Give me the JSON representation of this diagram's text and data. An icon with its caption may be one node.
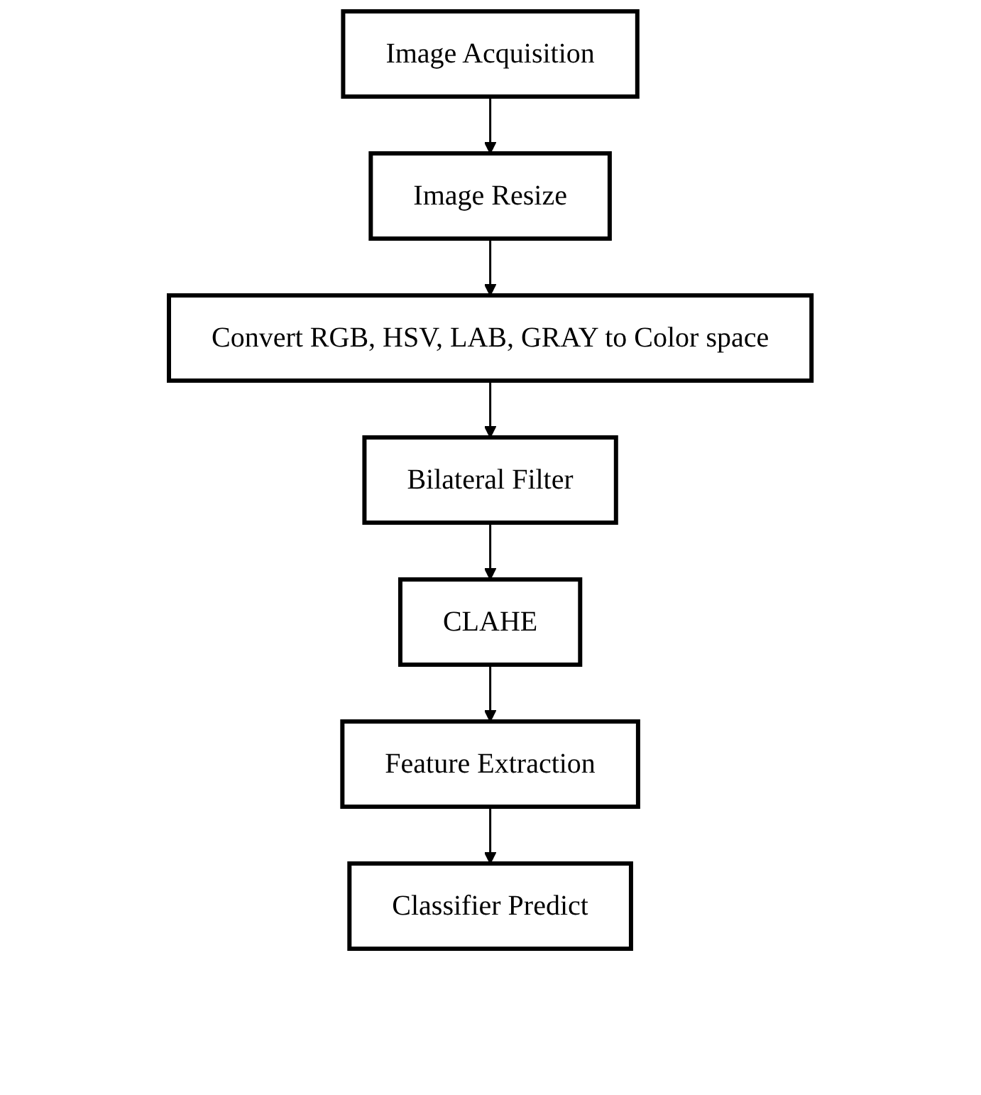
{
  "diagram": {
    "nodes": [
      {
        "text": [
          "Image Acquisition"
        ]
      },
      {
        "text": [
          "Image Resize"
        ]
      },
      {
        "text": [
          "Convert RGB, HSV, LAB, GRAY to Color space"
        ]
      },
      {
        "text": [
          "Bilateral Filter"
        ]
      },
      {
        "text": [
          "CLAHE"
        ]
      },
      {
        "text": [
          "Feature Extraction"
        ]
      },
      {
        "text": [
          "Classifier Predict"
        ]
      }
    ],
    "edges": [
      {
        "from": 0,
        "to": 1,
        "arrow": "to"
      },
      {
        "from": 1,
        "to": 2,
        "arrow": "to"
      },
      {
        "from": 2,
        "to": 3,
        "arrow": "to"
      },
      {
        "from": 3,
        "to": 4,
        "arrow": "to"
      },
      {
        "from": 4,
        "to": 5,
        "arrow": "to"
      },
      {
        "from": 5,
        "to": 6,
        "arrow": "to"
      }
    ]
  }
}
